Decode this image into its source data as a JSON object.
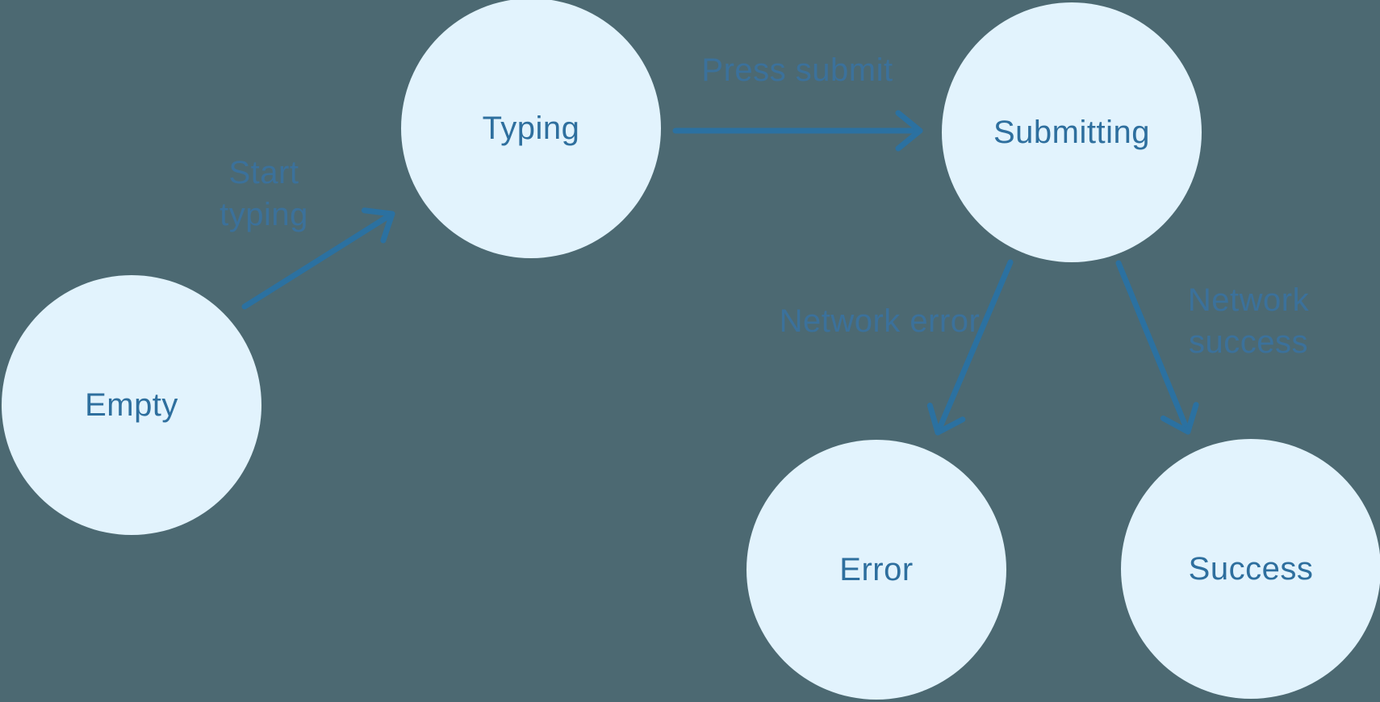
{
  "diagram": {
    "type": "state-machine",
    "nodes": [
      {
        "id": "empty",
        "label": "Empty"
      },
      {
        "id": "typing",
        "label": "Typing"
      },
      {
        "id": "submitting",
        "label": "Submitting"
      },
      {
        "id": "error",
        "label": "Error"
      },
      {
        "id": "success",
        "label": "Success"
      }
    ],
    "edges": [
      {
        "from": "empty",
        "to": "typing",
        "label": "Start typing"
      },
      {
        "from": "typing",
        "to": "submitting",
        "label": "Press submit"
      },
      {
        "from": "submitting",
        "to": "error",
        "label": "Network error"
      },
      {
        "from": "submitting",
        "to": "success",
        "label": "Network success"
      }
    ],
    "colors": {
      "background": "#4C6972",
      "node_fill": "#E2F3FD",
      "node_text": "#2E6F9E",
      "edge_stroke": "#2B71A1",
      "edge_label_text": "#3B719B"
    }
  }
}
